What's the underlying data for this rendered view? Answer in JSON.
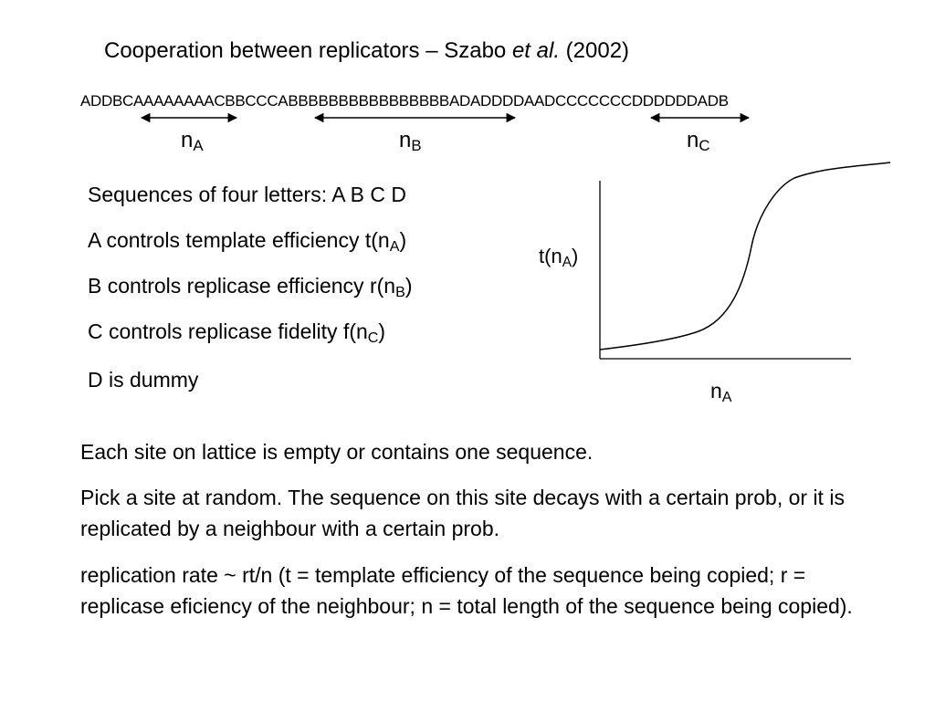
{
  "title": {
    "prefix": "Cooperation between replicators – Szabo ",
    "emph": "et al.",
    "suffix": " (2002)"
  },
  "sequence": "ADDBCAAAAAAAACBBCCCABBBBBBBBBBBBBBBBADADDDDAADCCCCCCCDDDDDDADB",
  "segments": [
    {
      "base": "n",
      "sub": "A"
    },
    {
      "base": "n",
      "sub": "B"
    },
    {
      "base": "n",
      "sub": "C"
    }
  ],
  "bullets": [
    {
      "text": "Sequences of four letters: A B C D",
      "sub": "",
      "tail": ""
    },
    {
      "text": "A controls template efficiency t(n",
      "sub": "A",
      "tail": ")"
    },
    {
      "text": "B controls replicase efficiency r(n",
      "sub": "B",
      "tail": ")"
    },
    {
      "text": "C controls replicase fidelity f(n",
      "sub": "C",
      "tail": ")"
    },
    {
      "text": "D is dummy",
      "sub": "",
      "tail": ""
    }
  ],
  "graph": {
    "y_label": {
      "base": "t(n",
      "sub": "A",
      "tail": ")"
    },
    "x_label": {
      "base": "n",
      "sub": "A"
    },
    "curve": "sigmoid"
  },
  "paragraphs": [
    "Each site on lattice is empty or contains one sequence.",
    "Pick a site at random. The sequence on this site decays with a certain prob, or it is replicated by a neighbour with a certain prob.",
    "replication rate ~ rt/n (t = template efficiency of the sequence being copied; r = replicase eficiency of the neighbour; n = total length of the sequence being copied)."
  ]
}
